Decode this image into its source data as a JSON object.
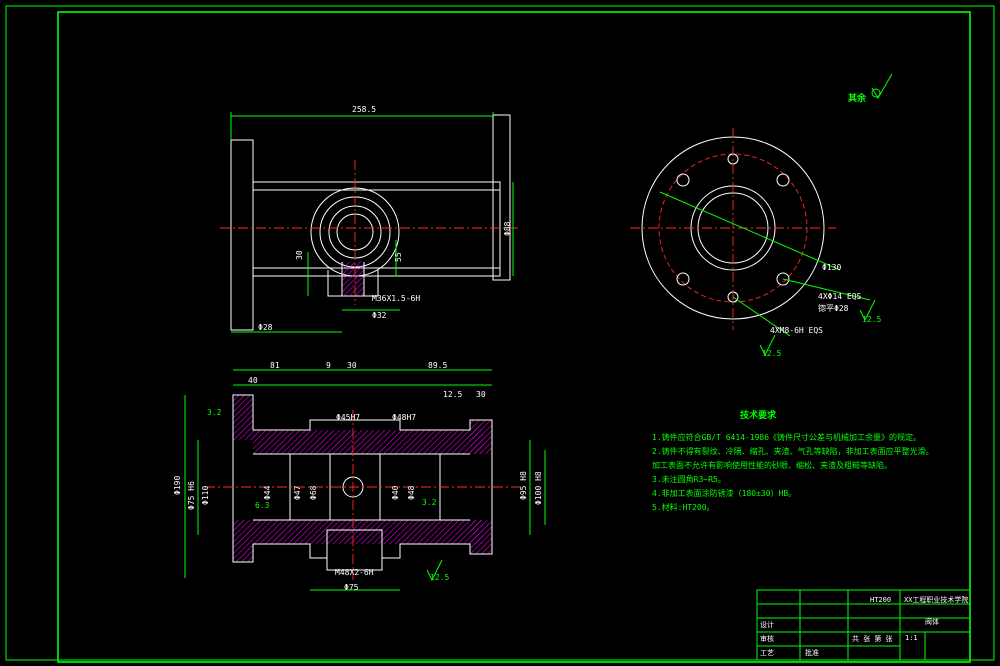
{
  "surface_finish_note": "其余",
  "front_view": {
    "overall_length": "258.5",
    "body_dia": "Φ88",
    "bore_dia": "Φ32",
    "left_flange": "Φ28",
    "dim_30": "30",
    "dim_55": "55",
    "thread_label": "M36X1.5-6H"
  },
  "section_view": {
    "dims_top": [
      "40",
      "81",
      "9",
      "30",
      "89.5",
      "12.5",
      "30"
    ],
    "dims_left": [
      "Φ190",
      "Φ110",
      "Φ75 H6"
    ],
    "dims_right": [
      "Φ95 H8",
      "Φ100 H8"
    ],
    "inner_dims": [
      "Φ44",
      "Φ47",
      "Φ68",
      "Φ40",
      "Φ48"
    ],
    "hole_label_1": "Φ45H7",
    "hole_label_2": "Φ48H7",
    "bottom_thread": "M48X2-6H",
    "bottom_dia": "Φ75",
    "finish_marks": [
      "3.2",
      "6.3",
      "12.5",
      "3.2"
    ]
  },
  "end_view": {
    "pcd": "Φ130",
    "holes": "4XΦ14  EQS",
    "spotface": "锪平Φ28",
    "thread_holes": "4XM8-6H  EQS",
    "finish_a": "12.5",
    "finish_b": "12.5"
  },
  "tech_requirements": {
    "title": "技术要求",
    "items": [
      "1.铸件应符合GB/T 6414-1986《铸件尺寸公差与机械加工余量》的规定。",
      "2.铸件不得有裂纹、冷隔、缩孔、夹渣、气孔等缺陷，非加工表面应平整光滑。",
      "  加工表面不允许有影响使用性能的砂眼、缩松、夹渣及粗糙等缺陷。",
      "3.未注圆角R3~R5。",
      "4.非加工表面涂防锈漆（180±30）HB。",
      "5.材料:HT200。"
    ]
  },
  "title_block": {
    "school": "XX工程职业技术学院",
    "part_name": "阀体",
    "material": "HT200",
    "scale": "1:1",
    "drawn": "设计",
    "checked": "审核",
    "approved": "批准",
    "craft": "工艺",
    "sheet": "共 张 第 张"
  },
  "colors": {
    "border": "#00ff00",
    "outline": "#ffffff",
    "dimension": "#00ff00",
    "centerline": "#ff2a2a",
    "hatch": "#ff00ff"
  }
}
